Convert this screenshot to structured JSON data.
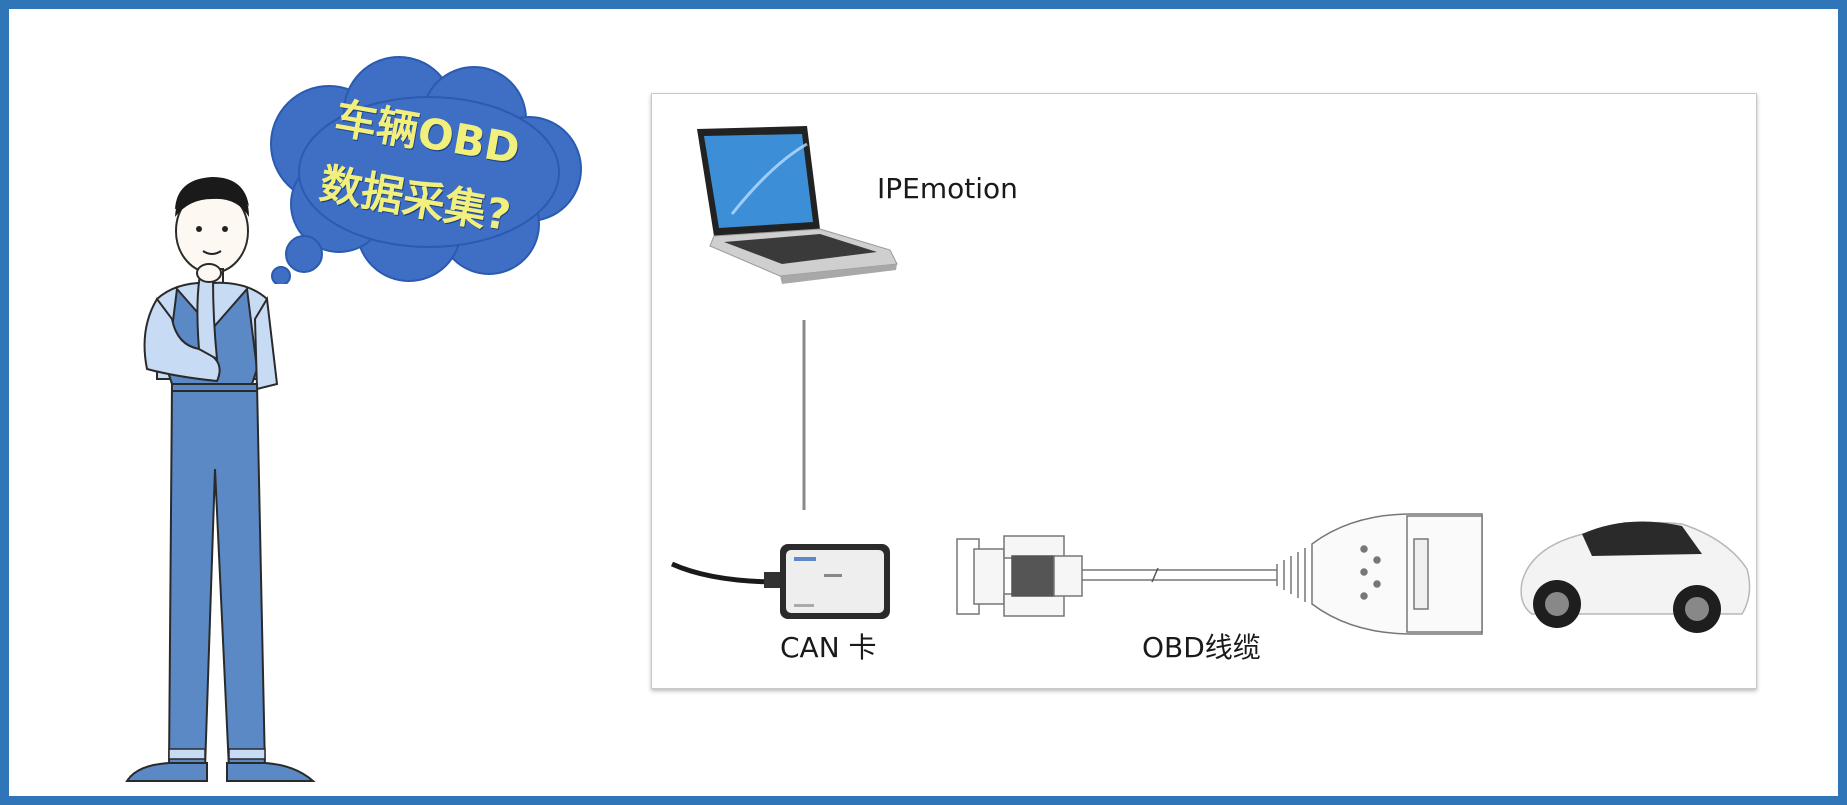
{
  "thought_bubble": {
    "line1": "车辆OBD",
    "line2": "数据采集?"
  },
  "diagram": {
    "laptop_label": "IPEmotion",
    "can_card_label": "CAN 卡",
    "obd_cable_label": "OBD线缆"
  },
  "colors": {
    "frame_border": "#2f76b9",
    "bubble_fill": "#3e6fc5",
    "bubble_text": "#f2f07c",
    "person_clothes": "#5b89c6",
    "person_shirt": "#c8dbf4"
  }
}
